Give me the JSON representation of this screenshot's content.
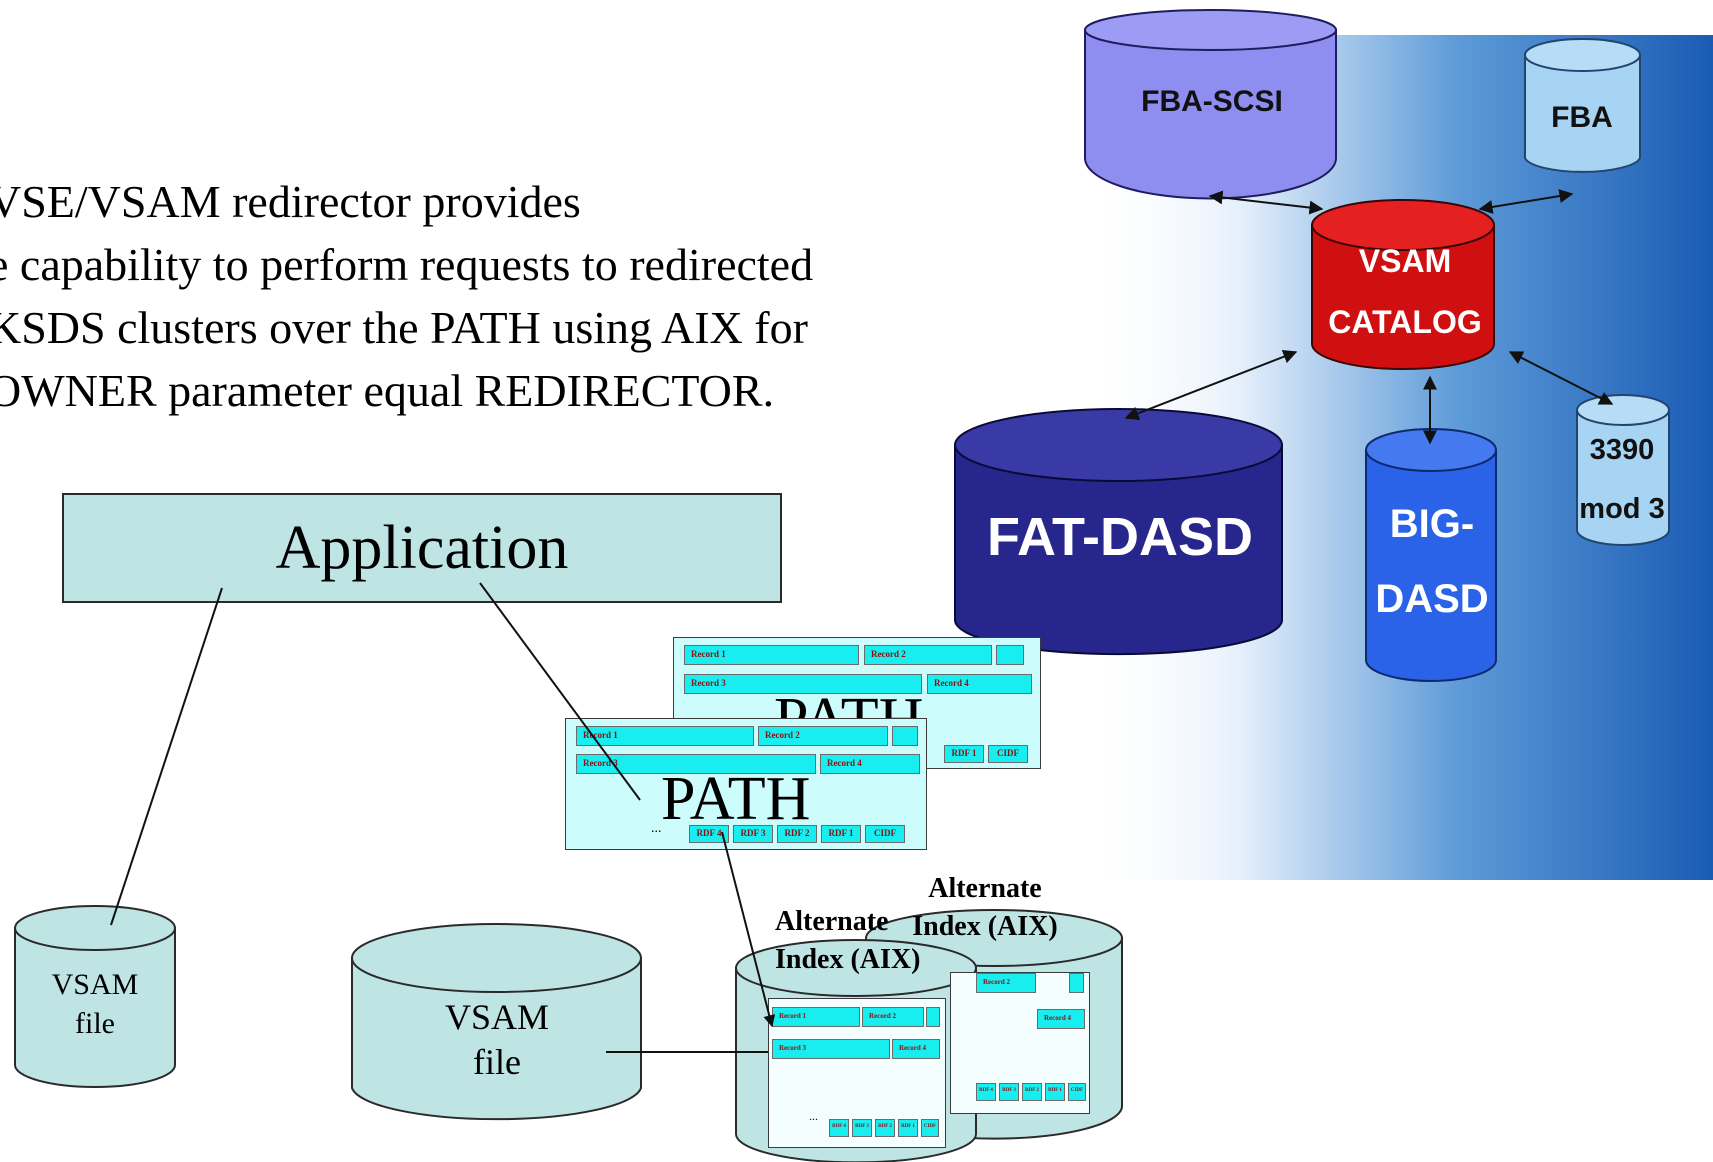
{
  "bullets": {
    "line1": "VSE/VSAM redirector provides",
    "line2": "e capability to perform requests to redirected",
    "line3": "KSDS clusters over the PATH using AIX for",
    "line4": "OWNER parameter equal REDIRECTOR."
  },
  "application": {
    "label": "Application"
  },
  "vsam_small": {
    "line1": "VSAM",
    "line2": "file"
  },
  "vsam_big": {
    "line1": "VSAM",
    "line2": "file"
  },
  "path_back": {
    "label": "PATH",
    "records": [
      "Record 1",
      "Record 2",
      "Record 3",
      "Record 4"
    ],
    "pointers": [
      "RDF 1",
      "CIDF"
    ]
  },
  "path_front": {
    "label": "PATH",
    "records": [
      "Record 1",
      "Record 2",
      "Record 3",
      "Record 4"
    ],
    "ellipsis": "...",
    "pointers": [
      "RDF 4",
      "RDF 3",
      "RDF 2",
      "RDF 1",
      "CIDF"
    ]
  },
  "aix_back": {
    "line1": "Alternate",
    "line2": "Index (AIX)",
    "records": [
      "Record 2",
      "Record 4"
    ],
    "pointers": [
      "RDF 4",
      "RDF 3",
      "RDF 2",
      "RDF 1",
      "CIDF"
    ]
  },
  "aix_front": {
    "line1": "Alternate",
    "line2": "Index (AIX)",
    "records": [
      "Record 1",
      "Record 2",
      "Record 3",
      "Record 4"
    ],
    "ellipsis": "...",
    "pointers": [
      "RDF 4",
      "RDF 3",
      "RDF 2",
      "RDF 1",
      "CIDF"
    ]
  },
  "storage": {
    "fba_scsi": "FBA-SCSI",
    "fba": "FBA",
    "vsam_catalog_line1": "VSAM",
    "vsam_catalog_line2": "CATALOG",
    "fat_dasd": "FAT-DASD",
    "big_dasd_line1": "BIG-",
    "big_dasd_line2": "DASD",
    "d3390_line1": "3390",
    "d3390_line2": "mod 3"
  },
  "colors": {
    "cylinder_fill": "#bfe4e4",
    "catalog_red": "#d01010",
    "fat_dasd_navy": "#26268c",
    "big_dasd_blue": "#2a62e8",
    "fba_scsi_periwinkle": "#8e8ef0",
    "light_blue": "#a8d4f4",
    "record_cyan": "#18eef0"
  }
}
